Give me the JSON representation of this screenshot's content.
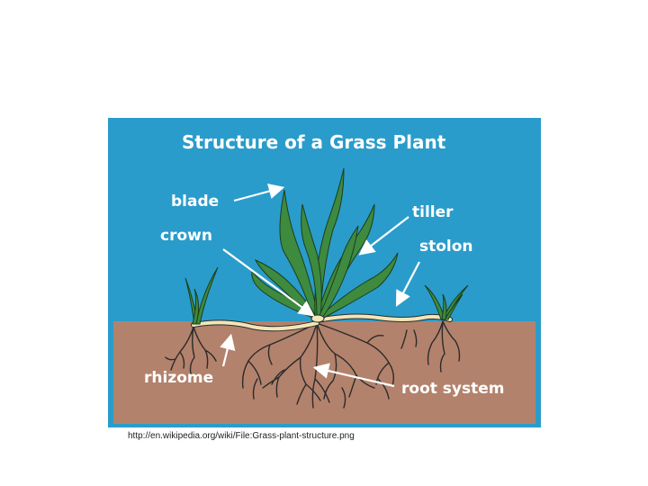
{
  "diagram": {
    "title": "Structure of a Grass Plant",
    "labels": {
      "blade": "blade",
      "crown": "crown",
      "tiller": "tiller",
      "stolon": "stolon",
      "rhizome": "rhizome",
      "root_system": "root system"
    },
    "colors": {
      "sky": "#2a9ccb",
      "soil": "#b3826c",
      "leaf": "#3e8a3f",
      "leaf_outline": "#1c3d1c",
      "stem": "#f2e6b8",
      "root": "#2b2b2b",
      "label": "#ffffff"
    }
  },
  "caption": "http://en.wikipedia.org/wiki/File:Grass-plant-structure.png"
}
